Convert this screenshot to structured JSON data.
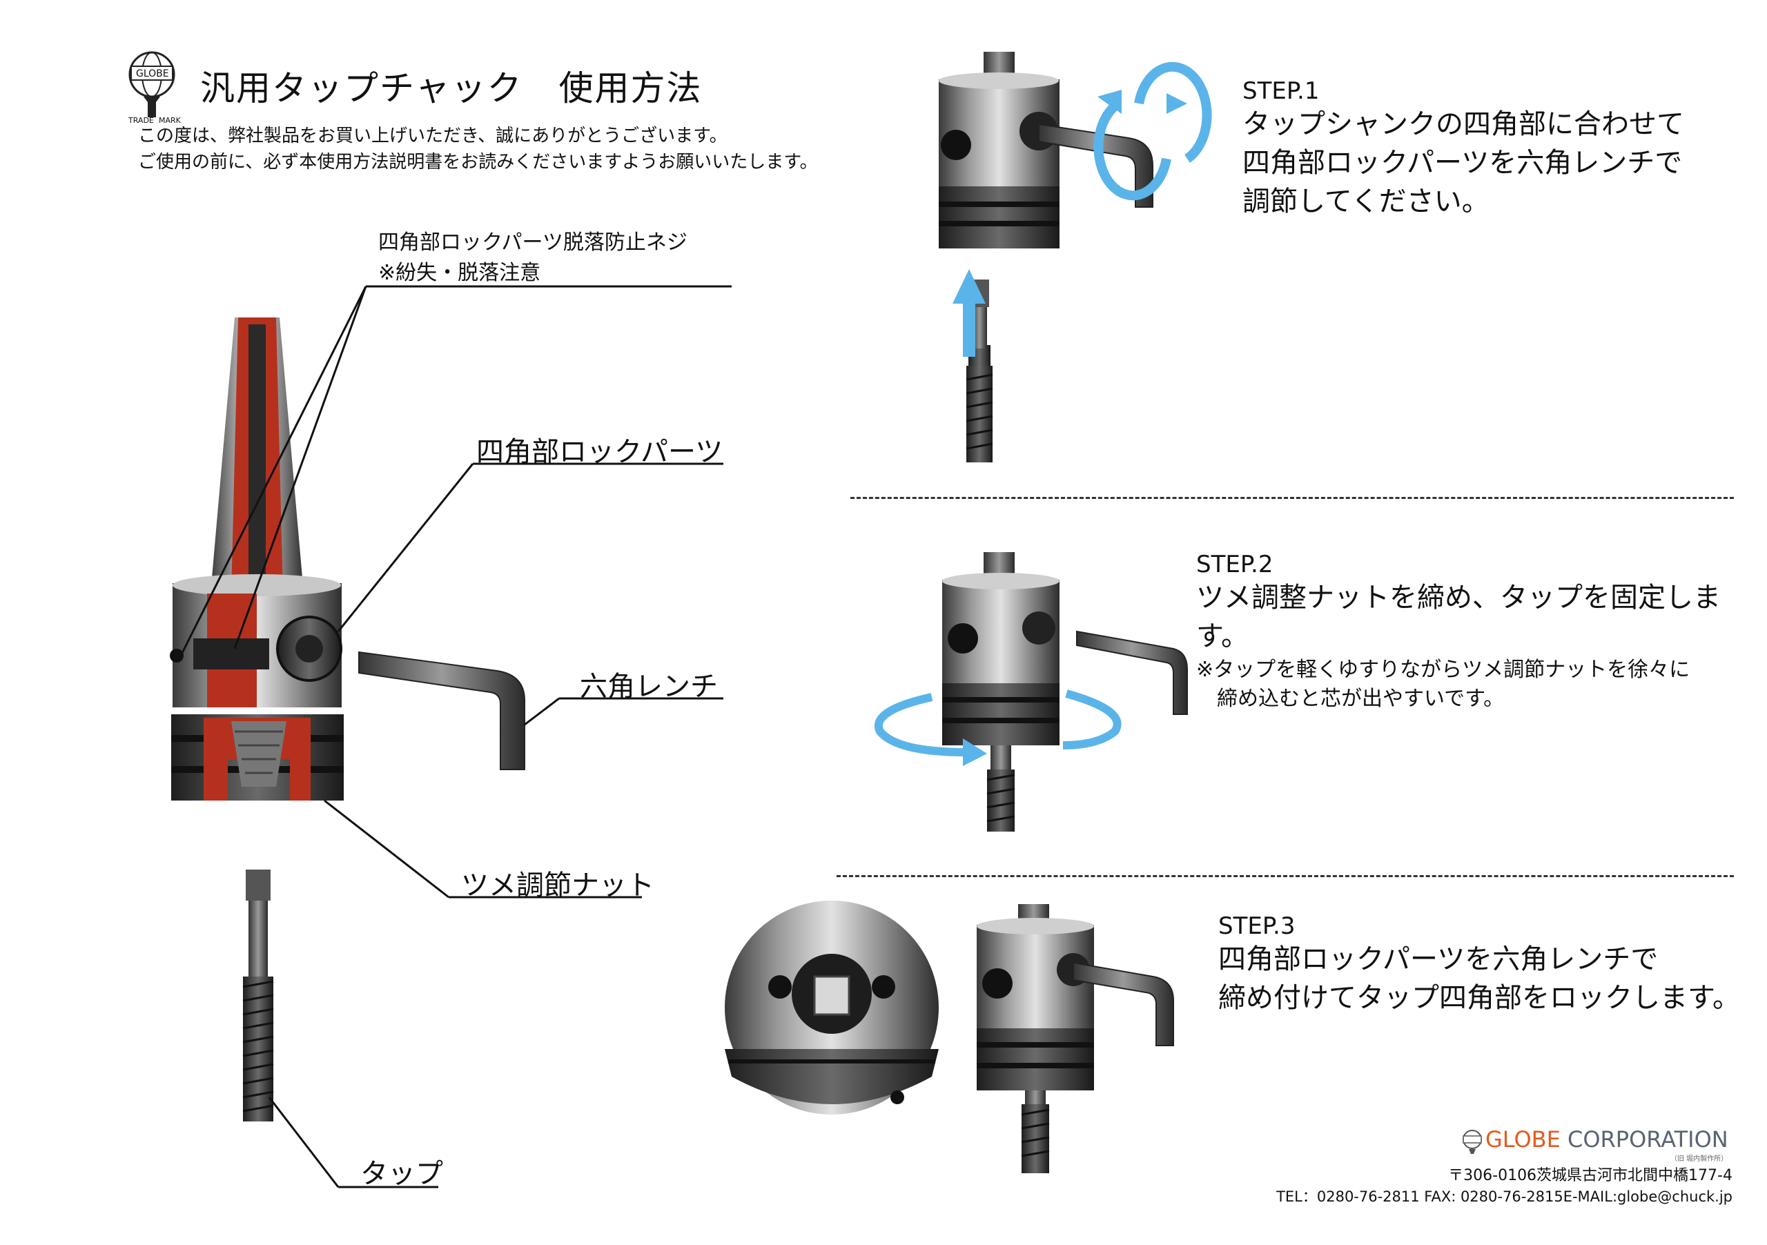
{
  "logo": {
    "globe_text": "GLOBE",
    "left_text": "TRADE",
    "right_text": "MARK"
  },
  "header": {
    "title": "汎用タップチャック　使用方法",
    "intro_line1": "この度は、弊社製品をお買い上げいただき、誠にありがとうございます。",
    "intro_line2": "ご使用の前に、必ず本使用方法説明書をお読みくださいますようお願いいたします。"
  },
  "parts": {
    "screw_line1": "四角部ロックパーツ脱落防止ネジ",
    "screw_line2": "※紛失・脱落注意",
    "lock_parts": "四角部ロックパーツ",
    "hex_wrench": "六角レンチ",
    "jaw_nut": "ツメ調節ナット",
    "tap": "タップ"
  },
  "steps": [
    {
      "title": "STEP.1",
      "lines": [
        "タップシャンクの四角部に合わせて",
        "四角部ロックパーツを六角レンチで",
        "調節してください。"
      ]
    },
    {
      "title": "STEP.2",
      "lines": [
        "ツメ調整ナットを締め、タップを固定します。"
      ],
      "notes": [
        "※タップを軽くゆすりながらツメ調節ナットを徐々に",
        "　締め込むと芯が出やすいです。"
      ]
    },
    {
      "title": "STEP.3",
      "lines": [
        "四角部ロックパーツを六角レンチで",
        "締め付けてタップ四角部をロックします。"
      ]
    }
  ],
  "company": {
    "name_accent": "GLOBE",
    "name_rest": " CORPORATION",
    "subtitle": "（旧 堀内製作所）",
    "address": "〒306-0106茨城県古河市北間中橋177-4",
    "contact": "TEL：0280-76-2811 FAX: 0280-76-2815E-MAIL:globe@chuck.jp"
  },
  "colors": {
    "arrow": "#5ab4ea",
    "section_cut": "#b5311e",
    "metal": "#8a8a8a",
    "accent": "#e45a1e"
  }
}
